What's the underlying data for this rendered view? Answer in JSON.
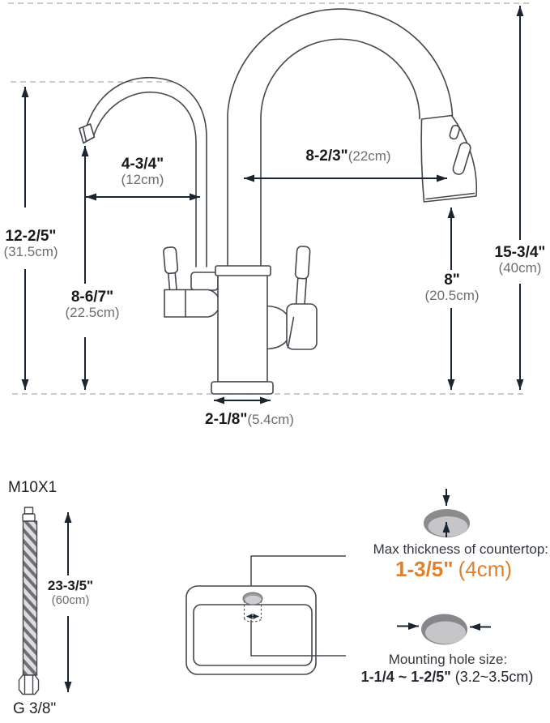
{
  "dimensions": {
    "small_spout_height": {
      "in": "12-2/5\"",
      "cm": "(31.5cm)"
    },
    "small_outlet_height": {
      "in": "8-6/7\"",
      "cm": "(22.5cm)"
    },
    "small_spout_reach": {
      "in": "4-3/4\"",
      "cm": "(12cm)"
    },
    "main_spout_reach": {
      "in": "8-2/3\"",
      "cm": "(22cm)"
    },
    "main_outlet_height": {
      "in": "8\"",
      "cm": "(20.5cm)"
    },
    "overall_height": {
      "in": "15-3/4\"",
      "cm": "(40cm)"
    },
    "base_width": {
      "in": "2-1/8\"",
      "cm": "(5.4cm)"
    },
    "hose_length": {
      "in": "23-3/5\"",
      "cm": "(60cm)"
    }
  },
  "hose": {
    "top_thread": "M10X1",
    "bottom_thread": "G 3/8\""
  },
  "installation": {
    "countertop_label": "Max thickness of countertop:",
    "countertop_value": "1-3/5\"",
    "countertop_metric": "(4cm)",
    "hole_label": "Mounting hole size:",
    "hole_value": "1-1/4 ~ 1-2/5\"",
    "hole_metric": "(3.2~3.5cm)"
  },
  "colors": {
    "accent_orange": "#E0802B",
    "dimension_line": "#1b2531",
    "outline": "#44484e",
    "muted_text": "#6e6e6e",
    "dashed_guide": "#bcbcbc"
  }
}
